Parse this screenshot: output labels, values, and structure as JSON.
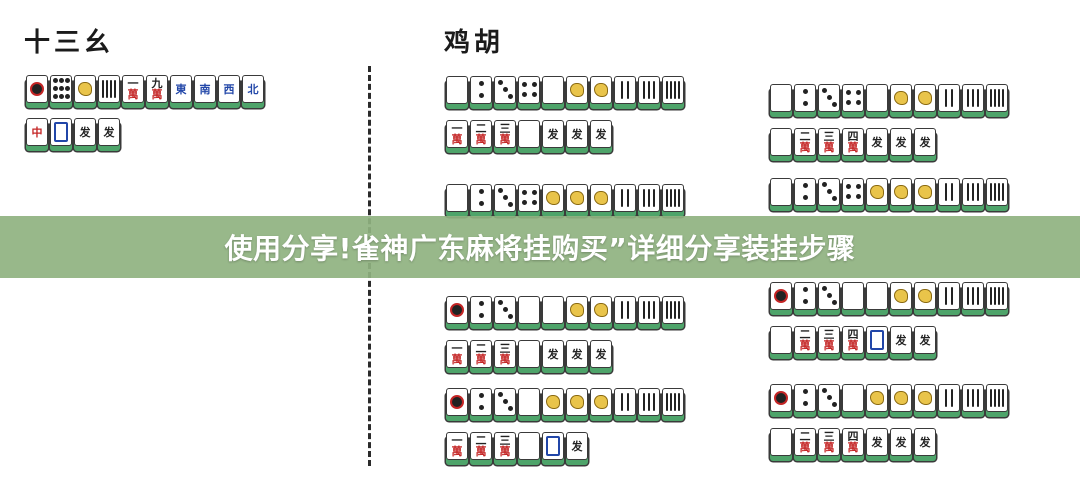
{
  "titles": {
    "left": "十三幺",
    "right": "鸡胡"
  },
  "banner": {
    "text": "使用分享!雀神广东麻将挂购买”详细分享装挂步骤"
  },
  "tile_glyphs": {
    "east": "東",
    "south": "南",
    "west": "西",
    "north": "北",
    "red": "中",
    "green": "发",
    "wan": "萬",
    "one": "一",
    "two": "二",
    "three": "三",
    "four": "四",
    "nine": "九"
  },
  "colors": {
    "tile_green": "#4ea46a",
    "red": "#c42525",
    "blue": "#2146a8",
    "banner": "#8fb280"
  }
}
